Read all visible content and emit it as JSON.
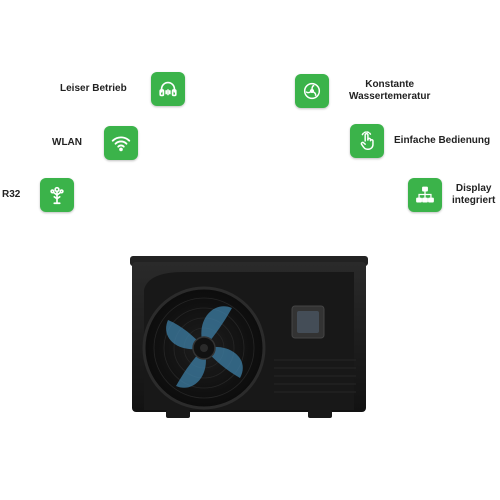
{
  "features": {
    "quiet": {
      "label": "Leiser Betrieb",
      "icon": "headphones-icon"
    },
    "wlan": {
      "label": "WLAN",
      "icon": "wifi-icon"
    },
    "r32": {
      "label": "R32",
      "icon": "tree-icon"
    },
    "constant_temp_line1": "Konstante",
    "constant_temp_line2": "Wassertemeratur",
    "constant_temp_icon": "fan-icon",
    "easy": {
      "label": "Einfache Bedienung",
      "icon": "touch-icon"
    },
    "display_line1": "Display",
    "display_line2": "integriert",
    "display_icon": "hierarchy-icon"
  },
  "colors": {
    "icon_green": "#3bb34a",
    "unit_body": "#1b1b1b",
    "fan_blue": "#3d7fa6"
  }
}
